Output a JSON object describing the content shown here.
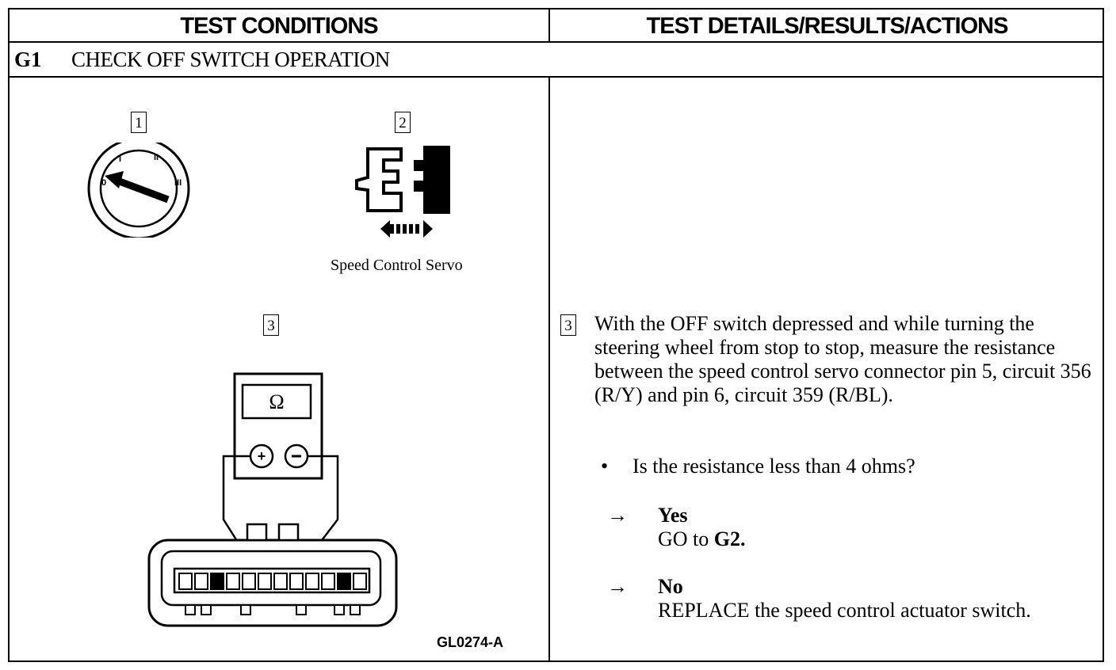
{
  "header": {
    "left": "TEST CONDITIONS",
    "right": "TEST DETAILS/RESULTS/ACTIONS"
  },
  "section": {
    "id": "G1",
    "title": "CHECK OFF SWITCH OPERATION"
  },
  "figures": {
    "step1_label": "1",
    "step2_label": "2",
    "step3_label": "3",
    "servo_caption": "Speed Control Servo",
    "ohm_symbol": "Ω",
    "figure_id": "GL0274-A",
    "ignition_positions": [
      "0",
      "I",
      "II",
      "III"
    ]
  },
  "details": {
    "step_label": "3",
    "instruction": "With the OFF switch depressed and while turning the steering wheel from stop to stop, measure the resistance between the speed control servo connector pin 5, circuit 356 (R/Y) and pin 6, circuit 359 (R/BL).",
    "bullet": "•",
    "question": "Is the resistance less than 4 ohms?",
    "arrow": "→",
    "yes_label": "Yes",
    "yes_action_prefix": "GO to ",
    "yes_action_target": "G2.",
    "no_label": "No",
    "no_action": "REPLACE the speed control actuator switch."
  }
}
